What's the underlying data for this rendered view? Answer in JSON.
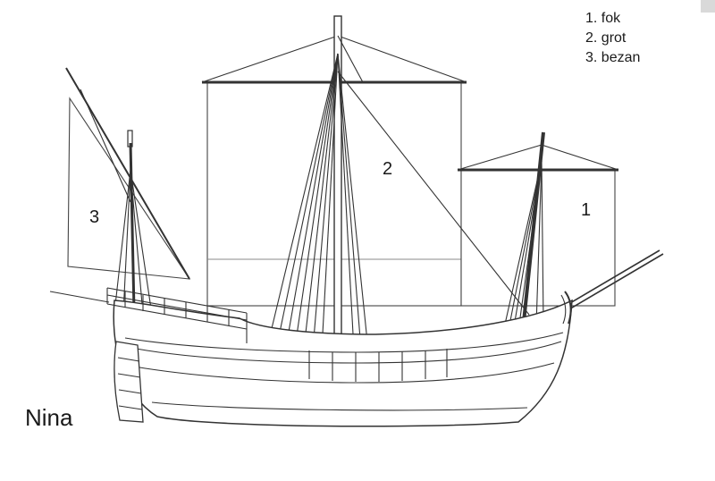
{
  "legend": {
    "items": [
      "1. fok",
      "2. grot",
      "3. bezan"
    ]
  },
  "sail_labels": {
    "fore": "1",
    "main": "2",
    "mizzen": "3"
  },
  "ship_name": "Nina",
  "colors": {
    "line": "#333333",
    "hull_fill": "#ffffff",
    "background": "#ffffff"
  }
}
